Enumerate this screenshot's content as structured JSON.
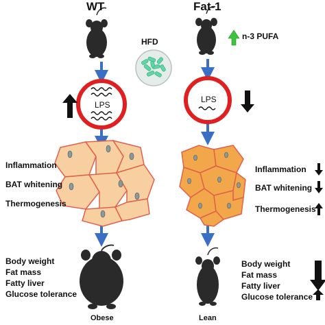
{
  "labels": {
    "wt": "WT",
    "fat1": "Fat-1",
    "hfd": "HFD",
    "n3pufa": "n-3 PUFA",
    "lps_left": "LPS",
    "lps_right": "LPS",
    "obese": "Obese",
    "lean": "Lean"
  },
  "left_effects": [
    "Inflammation",
    "BAT whitening",
    "Thermogenesis"
  ],
  "right_effects": [
    "Inflammation",
    "BAT whitening",
    "Thermogenesis"
  ],
  "left_outcomes": [
    "Body weight",
    "Fat mass",
    "Fatty liver",
    "Glucose tolerance"
  ],
  "right_outcomes": [
    "Body weight",
    "Fat mass",
    "Fatty liver",
    "Glucose tolerance"
  ],
  "colors": {
    "arrow_blue": "#3a6fc4",
    "circle_red": "#e02020",
    "green_arrow": "#3cc43c",
    "left_cells": "#f7cfa0",
    "right_cells": "#f2a84a",
    "cell_border": "#e0604a",
    "pellet": "#5fd6a8",
    "mouse": "#2a2a2a"
  },
  "icons": {
    "mouse_wt": "mouse-icon",
    "mouse_fat1": "mouse-icon",
    "hfd": "pellet-dish-icon",
    "up": "up-arrow-icon",
    "down": "down-arrow-icon"
  }
}
